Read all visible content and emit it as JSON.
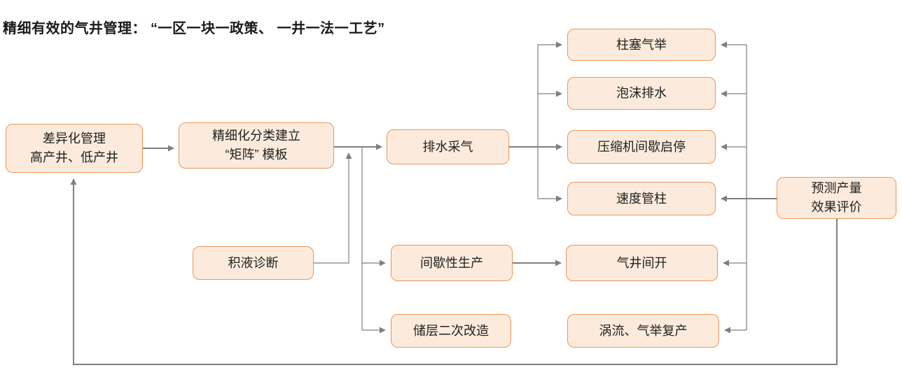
{
  "title": "精细有效的气井管理： “一区一块一政策、 一井一法一工艺”",
  "colors": {
    "background": "#FFFFFF",
    "node_fill": "#FCEBDC",
    "node_border": "#EF9556",
    "node_text": "#1F1F1F",
    "connector": "#7F7F7F",
    "title_text": "#1A1A1A"
  },
  "nodes": {
    "differentiated_management": {
      "label": "差异化管理\n高产井、低产井"
    },
    "matrix_template": {
      "label": "精细化分类建立\n“矩阵” 模板"
    },
    "drainage_gas_recovery": {
      "label": "排水采气"
    },
    "liquid_diagnosis": {
      "label": "积液诊断"
    },
    "intermittent_production": {
      "label": "间歇性生产"
    },
    "reservoir_restimulation": {
      "label": "储层二次改造"
    },
    "plunger_gas_lift": {
      "label": "柱塞气举"
    },
    "foam_drainage": {
      "label": "泡沫排水"
    },
    "compressor_start_stop": {
      "label": "压缩机间歇启停"
    },
    "velocity_string": {
      "label": "速度管柱"
    },
    "gas_well_intermittent_open": {
      "label": "气井间开"
    },
    "vortex_gas_lift_restart": {
      "label": "涡流、气举复产"
    },
    "production_forecast_evaluation": {
      "label": "预测产量\n效果评价"
    }
  }
}
